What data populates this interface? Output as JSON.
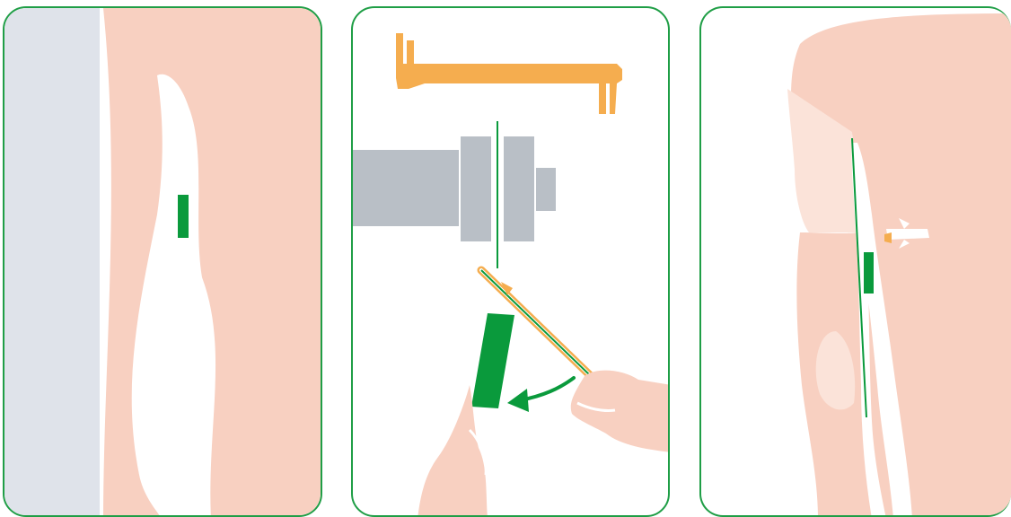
{
  "figure": {
    "panels": [
      {
        "name": "panel-arm-sensor-site",
        "step": 1
      },
      {
        "name": "panel-applicator-insertion",
        "step": 2
      },
      {
        "name": "panel-sensor-on-upper-arm",
        "step": 3
      }
    ]
  },
  "colors": {
    "panel_border": "#1f9e46",
    "skin": "#f8d0c1",
    "skin_light": "#fbe3d9",
    "background_gray": "#dfe3ea",
    "device_gray": "#b9bfc6",
    "applicator_orange": "#f5ad4f",
    "sensor_green": "#0a9a3c"
  },
  "icons": {
    "arrow": "curved-arrow-icon",
    "tool": "applicator-tool-icon"
  }
}
